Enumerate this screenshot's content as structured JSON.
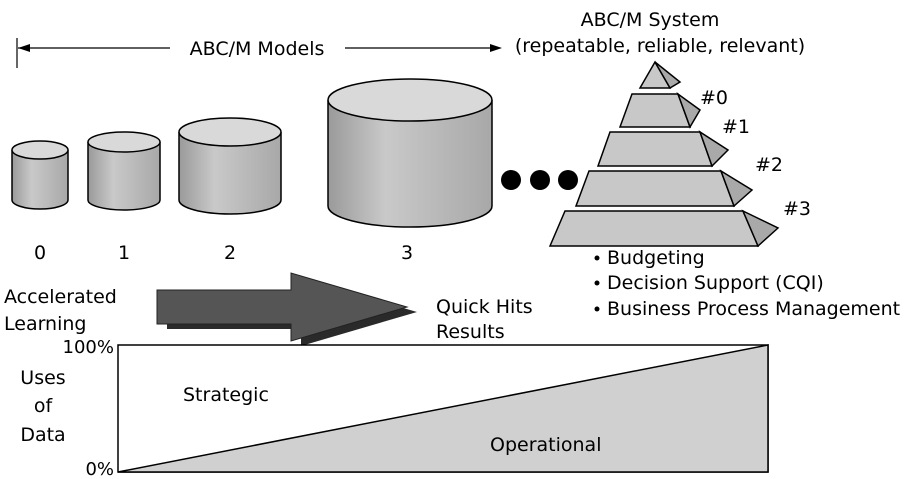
{
  "header": {
    "models_label": "ABC/M Models",
    "system_title": "ABC/M System",
    "system_subtitle": "(repeatable, reliable, relevant)"
  },
  "cylinders": {
    "labels": [
      "0",
      "1",
      "2",
      "3"
    ]
  },
  "pyramid": {
    "levels": [
      "#0",
      "#1",
      "#2",
      "#3"
    ],
    "bullets": [
      "Budgeting",
      "Decision Support (CQI)",
      "Business Process Management"
    ]
  },
  "flow": {
    "left_line1": "Accelerated",
    "left_line2": "Learning",
    "right_line1": "Quick Hits",
    "right_line2": "Results"
  },
  "usage": {
    "y_title_line1": "Uses",
    "y_title_line2": "of",
    "y_title_line3": "Data",
    "y_top": "100%",
    "y_bottom": "0%",
    "upper_region": "Strategic",
    "lower_region": "Operational"
  },
  "colors": {
    "cylinder_side": "#bdbdbd",
    "cylinder_top": "#d9d9d9",
    "pyramid_front": "#c8c8c8",
    "pyramid_side": "#a9a9a9",
    "arrow": "#555555",
    "operational_fill": "#d0d0d0"
  }
}
